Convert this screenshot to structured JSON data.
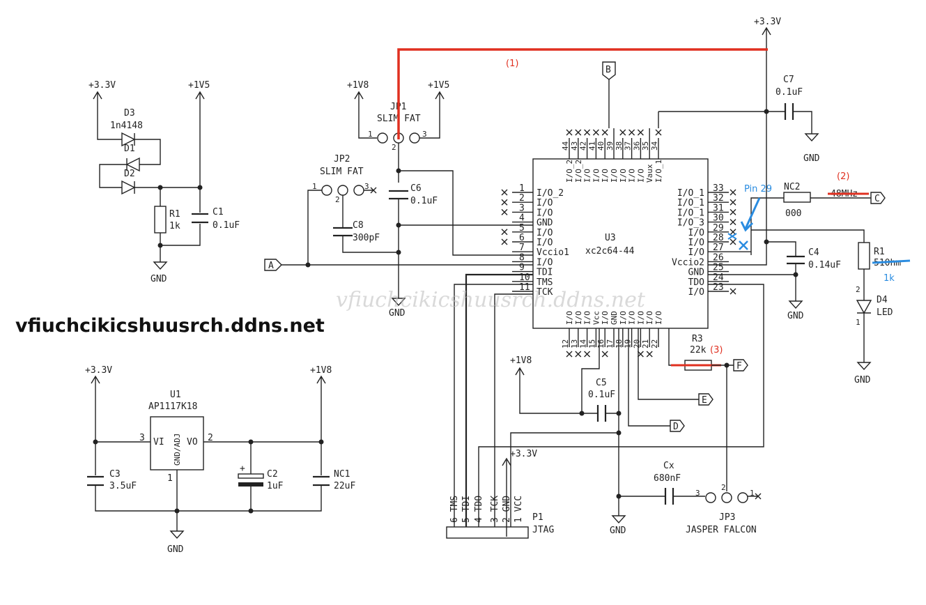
{
  "watermark_title": "vfiuchcikicshuusrch.ddns.net",
  "overlay_watermark": "vfiuchcikicshuusrch.ddns.net",
  "annotations": {
    "mod1": "(1)",
    "mod2": "(2)",
    "mod3": "(3)",
    "pin29": "Pin 29",
    "r1_new": "1k",
    "osc_old": "48MHz",
    "r1_old": "510hm"
  },
  "colors": {
    "red_mod": "#e03020",
    "blue_mod": "#2a8ce0",
    "wire": "#222222"
  },
  "power": {
    "p33": "+3.3V",
    "p1v5": "+1V5",
    "p1v8": "+1V8",
    "gnd": "GND"
  },
  "parts": {
    "D3": {
      "ref": "D3",
      "value": "1n4148"
    },
    "D1": {
      "ref": "D1"
    },
    "D2": {
      "ref": "D2"
    },
    "R1a": {
      "ref": "R1",
      "value": "1k"
    },
    "C1": {
      "ref": "C1",
      "value": "0.1uF"
    },
    "JP1": {
      "ref": "JP1",
      "value": "SLIM FAT"
    },
    "JP2": {
      "ref": "JP2",
      "value": "SLIM FAT"
    },
    "C6": {
      "ref": "C6",
      "value": "0.1uF"
    },
    "C8": {
      "ref": "C8",
      "value": "300pF"
    },
    "C7": {
      "ref": "C7",
      "value": "0.1uF"
    },
    "U3": {
      "ref": "U3",
      "value": "xc2c64-44"
    },
    "NC2": {
      "ref": "NC2",
      "value": "000"
    },
    "C4": {
      "ref": "C4",
      "value": "0.14uF"
    },
    "R1b": {
      "ref": "R1"
    },
    "D4": {
      "ref": "D4",
      "value": "LED"
    },
    "R3": {
      "ref": "R3",
      "value": "22k"
    },
    "C5": {
      "ref": "C5",
      "value": "0.1uF"
    },
    "Cx": {
      "ref": "Cx",
      "value": "680nF"
    },
    "JP3": {
      "ref": "JP3",
      "value": "JASPER FALCON"
    },
    "P1": {
      "ref": "P1",
      "value": "JTAG"
    },
    "U1": {
      "ref": "U1",
      "value": "AP1117K18"
    },
    "C3": {
      "ref": "C3",
      "value": "3.5uF"
    },
    "C2": {
      "ref": "C2",
      "value": "1uF"
    },
    "NC1": {
      "ref": "NC1",
      "value": "22uF"
    }
  },
  "u1_pins": {
    "vi": "VI",
    "vo": "VO",
    "adj": "GND/ADJ",
    "n1": "1",
    "n2": "2",
    "n3": "3"
  },
  "ports": {
    "A": "A",
    "B": "B",
    "C": "C",
    "D": "D",
    "E": "E",
    "F": "F"
  },
  "u3_left_pins": [
    {
      "num": "1",
      "name": "I/O_2"
    },
    {
      "num": "2",
      "name": "I/O"
    },
    {
      "num": "3",
      "name": "I/O"
    },
    {
      "num": "4",
      "name": "GND"
    },
    {
      "num": "5",
      "name": "I/O"
    },
    {
      "num": "6",
      "name": "I/O"
    },
    {
      "num": "7",
      "name": "Vccio1"
    },
    {
      "num": "8",
      "name": "I/O"
    },
    {
      "num": "9",
      "name": "TDI"
    },
    {
      "num": "10",
      "name": "TMS"
    },
    {
      "num": "11",
      "name": "TCK"
    }
  ],
  "u3_right_pins": [
    {
      "num": "33",
      "name": "I/O_1"
    },
    {
      "num": "32",
      "name": "I/O_1"
    },
    {
      "num": "31",
      "name": "I/O_1"
    },
    {
      "num": "30",
      "name": "I/O_3"
    },
    {
      "num": "29",
      "name": "I/O"
    },
    {
      "num": "28",
      "name": "I/O"
    },
    {
      "num": "27",
      "name": "I/O"
    },
    {
      "num": "26",
      "name": "Vccio2"
    },
    {
      "num": "25",
      "name": "GND"
    },
    {
      "num": "24",
      "name": "TDO"
    },
    {
      "num": "23",
      "name": "I/O"
    }
  ],
  "u3_top_pins": [
    {
      "num": "44",
      "name": "I/O_2"
    },
    {
      "num": "43",
      "name": "I/O_2"
    },
    {
      "num": "42",
      "name": "I/O"
    },
    {
      "num": "41",
      "name": "I/O"
    },
    {
      "num": "40",
      "name": "I/O"
    },
    {
      "num": "39",
      "name": "I/O"
    },
    {
      "num": "38",
      "name": "I/O"
    },
    {
      "num": "37",
      "name": "I/O"
    },
    {
      "num": "36",
      "name": "I/O"
    },
    {
      "num": "35",
      "name": "Vaux"
    },
    {
      "num": "34",
      "name": "I/O_1"
    }
  ],
  "u3_bottom_pins": [
    {
      "num": "12",
      "name": "I/O"
    },
    {
      "num": "13",
      "name": "I/O"
    },
    {
      "num": "14",
      "name": "I/O"
    },
    {
      "num": "15",
      "name": "Vcc"
    },
    {
      "num": "16",
      "name": "I/O"
    },
    {
      "num": "17",
      "name": "GND"
    },
    {
      "num": "18",
      "name": "I/O"
    },
    {
      "num": "19",
      "name": "I/O"
    },
    {
      "num": "20",
      "name": "I/O"
    },
    {
      "num": "21",
      "name": "I/O"
    },
    {
      "num": "22",
      "name": "I/O"
    }
  ],
  "jtag_pins": [
    {
      "num": "6",
      "name": "TMS"
    },
    {
      "num": "5",
      "name": "TDI"
    },
    {
      "num": "4",
      "name": "TDO"
    },
    {
      "num": "3",
      "name": "TCK"
    },
    {
      "num": "2",
      "name": "GND"
    },
    {
      "num": "1",
      "name": "VCC"
    }
  ],
  "pin_numbers": {
    "one": "1",
    "two": "2",
    "three": "3"
  }
}
